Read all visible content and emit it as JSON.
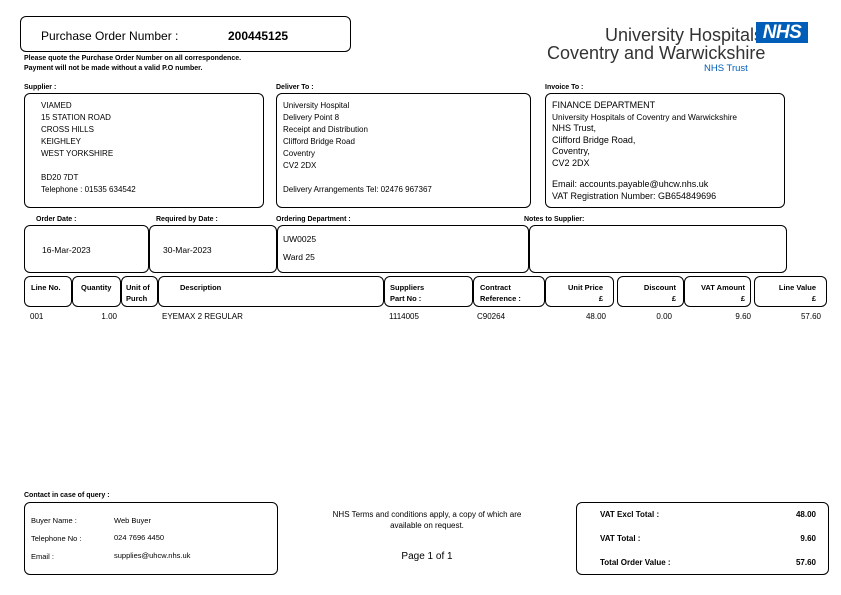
{
  "header": {
    "po_label": "Purchase Order Number :",
    "po_number": "200445125",
    "notice_line1": "Please quote the Purchase Order Number on all correspondence.",
    "notice_line2": "Payment will not be made without a valid P.O number."
  },
  "logo": {
    "org_line1": "University Hospitals",
    "org_line2": "Coventry and Warwickshire",
    "nhs_badge": "NHS",
    "nhs_trust": "NHS Trust",
    "nhs_color": "#005EB8"
  },
  "supplier": {
    "label": "Supplier :",
    "lines": [
      "VIAMED",
      "15 STATION ROAD",
      "CROSS HILLS",
      "KEIGHLEY",
      "WEST YORKSHIRE"
    ],
    "postcode": "BD20 7DT",
    "telephone": "Telephone : 01535 634542"
  },
  "deliver_to": {
    "label": "Deliver To :",
    "lines": [
      "University Hospital",
      "Delivery Point 8",
      "Receipt and Distribution",
      "Clifford Bridge Road",
      "Coventry",
      "CV2 2DX"
    ],
    "arrangements": "Delivery Arrangements Tel: 02476 967367"
  },
  "invoice_to": {
    "label": "Invoice To :",
    "lines": [
      "FINANCE DEPARTMENT",
      "University Hospitals of Coventry and Warwickshire",
      "NHS Trust,",
      "Clifford Bridge Road,",
      "Coventry,",
      "CV2 2DX"
    ],
    "email": "Email: accounts.payable@uhcw.nhs.uk",
    "vat_reg": "VAT Registration Number: GB654849696"
  },
  "order_info": {
    "order_date_label": "Order Date :",
    "order_date": "16-Mar-2023",
    "required_label": "Required by Date :",
    "required_date": "30-Mar-2023",
    "dept_label": "Ordering Department :",
    "dept_code": "UW0025",
    "dept_name": "Ward 25",
    "notes_label": "Notes to Supplier:"
  },
  "table": {
    "headers": {
      "line_no": "Line No.",
      "quantity": "Quantity",
      "unit1": "Unit of",
      "unit2": "Purch",
      "description": "Description",
      "supp1": "Suppliers",
      "supp2": "Part No :",
      "contract1": "Contract",
      "contract2": "Reference :",
      "unit_price": "Unit Price",
      "discount": "Discount",
      "vat_amount": "VAT Amount",
      "line_value": "Line Value",
      "currency": "£"
    },
    "rows": [
      {
        "line_no": "001",
        "quantity": "1.00",
        "unit": "",
        "description": "EYEMAX 2 REGULAR",
        "part_no": "1114005",
        "contract": "C90264",
        "unit_price": "48.00",
        "discount": "0.00",
        "vat_amount": "9.60",
        "line_value": "57.60"
      }
    ]
  },
  "contact": {
    "label": "Contact in case of query :",
    "buyer_name_label": "Buyer Name :",
    "buyer_name": "Web Buyer",
    "telephone_label": "Telephone No :",
    "telephone": "024 7696 4450",
    "email_label": "Email :",
    "email": "supplies@uhcw.nhs.uk"
  },
  "footer": {
    "terms_line1": "NHS Terms and conditions apply, a copy of which are",
    "terms_line2": "available on request.",
    "page": "Page 1 of 1"
  },
  "totals": {
    "vat_excl_label": "VAT Excl Total :",
    "vat_excl": "48.00",
    "vat_total_label": "VAT Total :",
    "vat_total": "9.60",
    "order_value_label": "Total Order Value :",
    "order_value": "57.60"
  }
}
